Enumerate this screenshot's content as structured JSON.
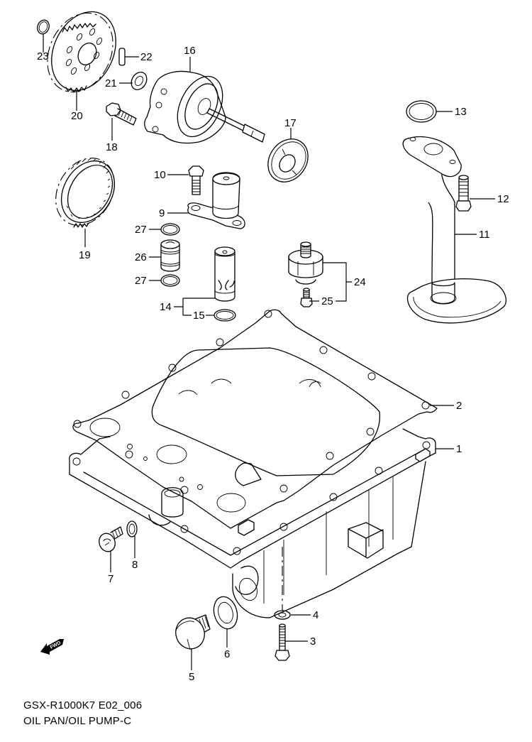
{
  "diagram": {
    "model_code": "GSX-R1000K7 E02_006",
    "title": "OIL PAN/OIL PUMP-C",
    "fwd_marker": {
      "label": "FWD",
      "icon": "fwd-arrow-icon"
    },
    "callouts": [
      {
        "number": "1",
        "part": "oil-pan"
      },
      {
        "number": "2",
        "part": "oil-pan-gasket"
      },
      {
        "number": "3",
        "part": "oil-pan-bolt"
      },
      {
        "number": "4",
        "part": "bolt-washer"
      },
      {
        "number": "5",
        "part": "drain-plug"
      },
      {
        "number": "6",
        "part": "drain-plug-gasket"
      },
      {
        "number": "7",
        "part": "plug"
      },
      {
        "number": "8",
        "part": "plug-gasket"
      },
      {
        "number": "9",
        "part": "oil-pipe-holder"
      },
      {
        "number": "10",
        "part": "holder-bolt"
      },
      {
        "number": "11",
        "part": "oil-strainer-pipe"
      },
      {
        "number": "12",
        "part": "strainer-bolt"
      },
      {
        "number": "13",
        "part": "strainer-o-ring"
      },
      {
        "number": "14",
        "part": "oil-pipe"
      },
      {
        "number": "15",
        "part": "oil-pipe-o-ring"
      },
      {
        "number": "16",
        "part": "oil-pump"
      },
      {
        "number": "17",
        "part": "oil-pump-gasket"
      },
      {
        "number": "18",
        "part": "oil-pump-bolt"
      },
      {
        "number": "19",
        "part": "driven-gear-ring"
      },
      {
        "number": "20",
        "part": "oil-pump-driven-gear"
      },
      {
        "number": "21",
        "part": "washer"
      },
      {
        "number": "22",
        "part": "pin"
      },
      {
        "number": "23",
        "part": "circlip"
      },
      {
        "number": "24",
        "part": "oil-pressure-regulator"
      },
      {
        "number": "25",
        "part": "regulator-plug"
      },
      {
        "number": "26",
        "part": "joint-pipe"
      },
      {
        "number": "27",
        "part": "o-ring"
      },
      {
        "number": "27",
        "part": "o-ring"
      }
    ]
  }
}
